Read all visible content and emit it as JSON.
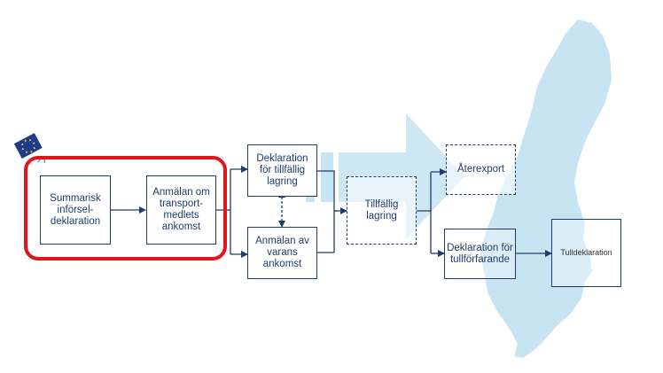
{
  "colors": {
    "map": "#c8e4f2",
    "big_arrow": "#c8e4f2",
    "box_border": "#1f3c6e",
    "connector": "#1f3c6e",
    "highlight": "#e2141c",
    "eu_flag": "#1f3c8c",
    "eu_stars": "#f5d21e"
  },
  "icons": {
    "eu_flag": "eu-flag-icon",
    "map": "sweden-map-silhouette"
  },
  "nodes": {
    "summarisk": "Summarisk införsel-deklaration",
    "anmalan_transport": "Anmälan om transport-medlets ankomst",
    "deklaration_tillfallig": "Deklaration för tillfällig lagring",
    "anmalan_varans": "Anmälan av varans ankomst",
    "tillfallig_lagring": "Tillfällig lagring",
    "aterexport": "Återexport",
    "deklaration_tullforfarande": "Deklaration för tullförfarande",
    "tulldeklaration": "Tulldeklaration"
  }
}
